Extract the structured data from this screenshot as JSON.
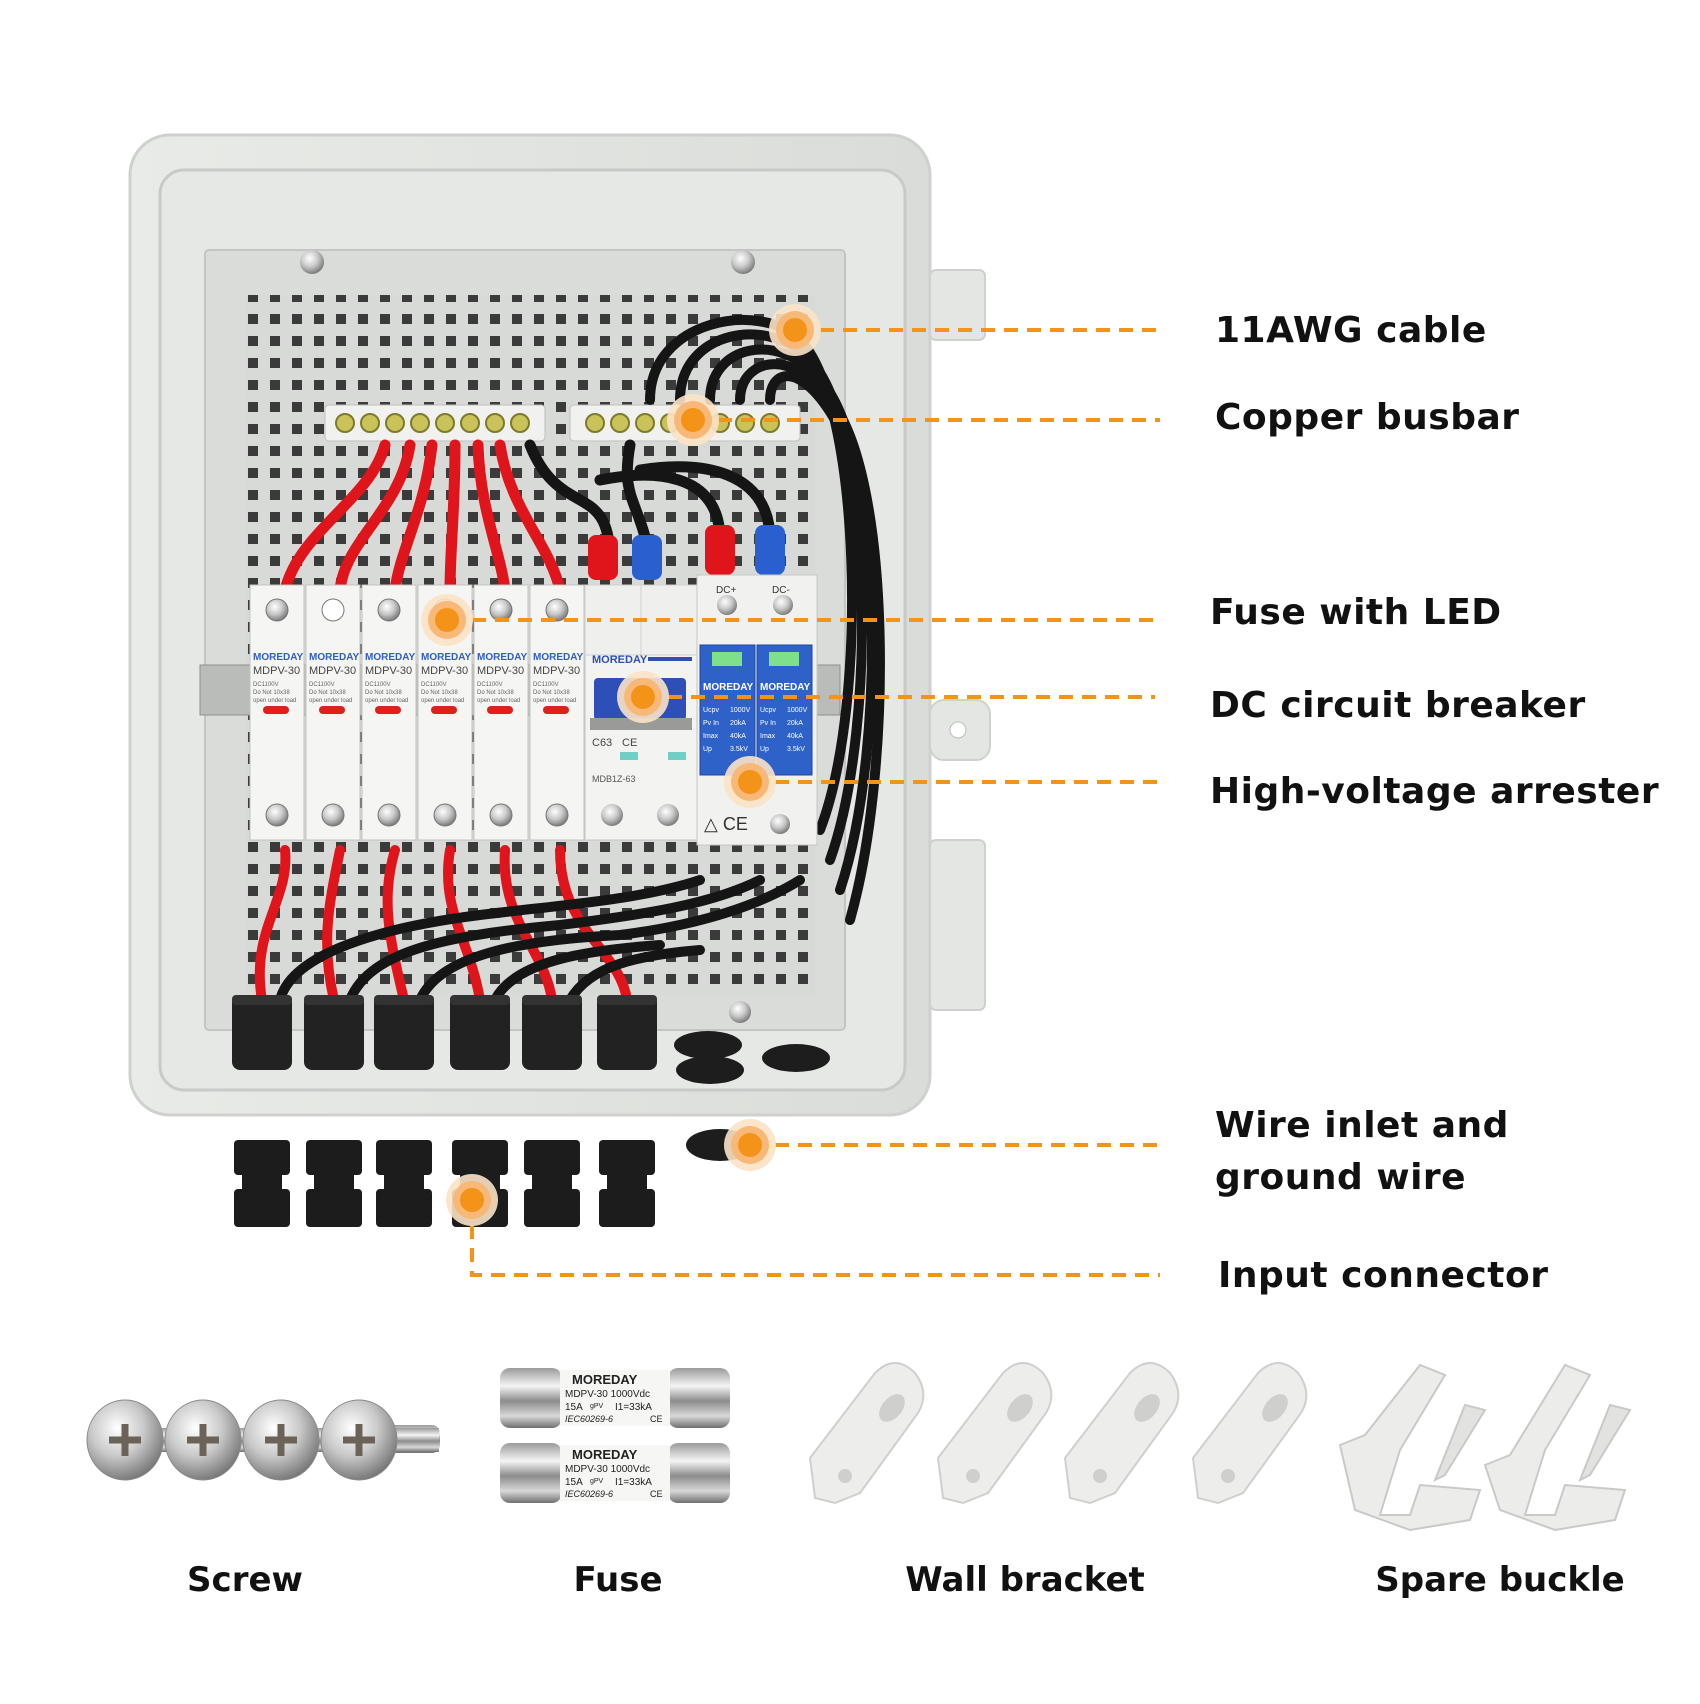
{
  "brand": "MOREDAY",
  "colors": {
    "callout_accent": "#F39419",
    "callout_halo": "#FBE3C6",
    "enclosure": "#E4E6E3",
    "backplate": "#D9DBD8",
    "wire_red": "#E0141B",
    "wire_black": "#151515",
    "arrester_blue": "#2F62C8",
    "breaker_handle": "#2E4FB8"
  },
  "callouts": [
    {
      "id": "cable",
      "label": "11AWG cable"
    },
    {
      "id": "busbar",
      "label": "Copper busbar"
    },
    {
      "id": "fuse-led",
      "label": "Fuse with LED"
    },
    {
      "id": "breaker",
      "label": "DC circuit breaker"
    },
    {
      "id": "arrester",
      "label": "High-voltage arrester"
    },
    {
      "id": "wire-inlet",
      "label": "Wire inlet and\nground wire"
    },
    {
      "id": "input-connector",
      "label": "Input connector"
    }
  ],
  "fuse_holders": {
    "count": 6,
    "brand": "MOREDAY",
    "model": "MDPV-30",
    "rating": "DC1100V",
    "warning_line1": "Do Not   10x38",
    "warning_line2": "open under load"
  },
  "breaker": {
    "brand": "MOREDAY",
    "rating": "C63",
    "model": "MDB1Z-63",
    "mark": "CE"
  },
  "arrester": {
    "terminals": [
      "DC+",
      "DC-"
    ],
    "brand": "MOREDAY",
    "specs": [
      {
        "k": "Ucpv",
        "v": "1000V"
      },
      {
        "k": "Pv In",
        "v": "20kA"
      },
      {
        "k": "Imax",
        "v": "40kA"
      },
      {
        "k": "Up",
        "v": "3.5kV"
      }
    ],
    "marks": "△ CE"
  },
  "spare_fuse": {
    "brand": "MOREDAY",
    "line1": "MDPV-30 1000Vdc",
    "line2_a": "15A",
    "line2_b": "gPV",
    "line2_c": "I1=33kA",
    "line3": "IEC60269-6",
    "mark": "CE"
  },
  "accessories": [
    {
      "id": "screw",
      "label": "Screw",
      "count": 4
    },
    {
      "id": "fuse",
      "label": "Fuse",
      "count": 2
    },
    {
      "id": "wall-bracket",
      "label": "Wall bracket",
      "count": 4
    },
    {
      "id": "spare-buckle",
      "label": "Spare buckle",
      "count": 2
    }
  ]
}
